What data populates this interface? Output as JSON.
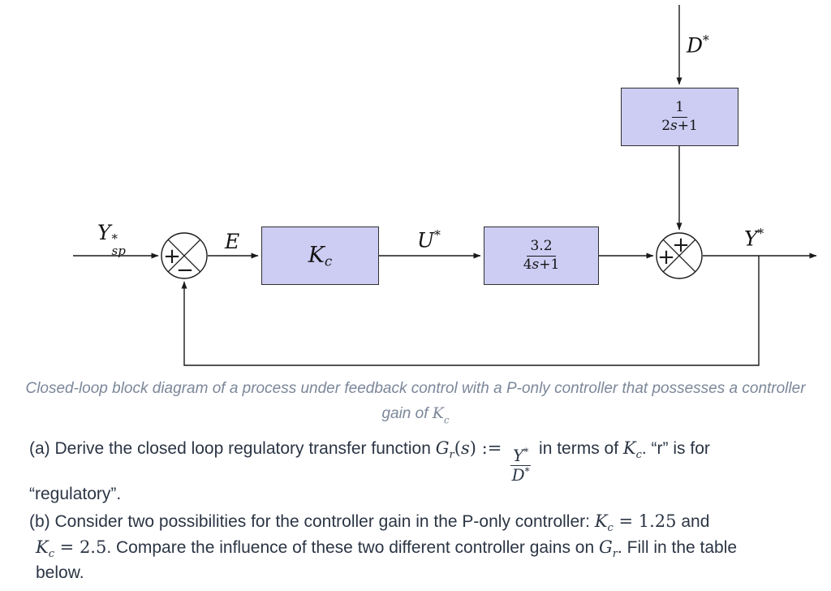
{
  "colors": {
    "block_fill": "#cdccf3",
    "block_border": "#2f2f2f",
    "line": "#1a1a1a",
    "caption_text": "#7b8799",
    "body_text": "#2b3544"
  },
  "diagram": {
    "labels": {
      "setpoint_base": "Y",
      "setpoint_sup": "*",
      "setpoint_sub": "sp",
      "error": "E",
      "control_base": "U",
      "control_sup": "*",
      "disturbance_base": "D",
      "disturbance_sup": "*",
      "output_base": "Y",
      "output_sup": "*"
    },
    "blocks": {
      "controller_base": "K",
      "controller_sub": "c",
      "process_num": "3.2",
      "process_den_coef": "4",
      "process_den_var": "s",
      "process_den_rest": "+1",
      "dist_num": "1",
      "dist_den_coef": "2",
      "dist_den_var": "s",
      "dist_den_rest": "+1"
    },
    "junction1": {
      "west_sign": "+",
      "south_sign": "−"
    },
    "junction2": {
      "west_sign": "+",
      "north_sign": "+"
    }
  },
  "caption": {
    "line1": "Closed-loop block diagram of a process under feedback control with a P-only controller that possesses a controller",
    "line2_text": "gain of ",
    "line2_math": "K",
    "line2_math_sub": "c"
  },
  "problem": {
    "a": {
      "line1_text1": "(a) Derive the closed loop regulatory transfer function ",
      "G": "G",
      "G_sub": "r",
      "open_paren": "(",
      "s_var": "s",
      "close_paren": ")",
      "assign": " := ",
      "num_base": "Y",
      "num_sup": "*",
      "den_base": "D",
      "den_sup": "*",
      "line1_text2": " in terms of ",
      "K": "K",
      "K_sub": "c",
      "line1_text3": ". “r” is for",
      "line2": "“regulatory”."
    },
    "b": {
      "line1_text1": "(b) Consider two possibilities for the controller gain in the P-only controller: ",
      "K1": "K",
      "K1_sub": "c",
      "K1_eq": " = 1.25",
      "line1_text2": " and",
      "K2": "K",
      "K2_sub": "c",
      "K2_eq": " = 2.5",
      "line2_text1": ". Compare the influence of these two different controller gains on ",
      "G": "G",
      "G_sub": "r",
      "line2_text2": ". Fill in the table",
      "line3": "below."
    }
  }
}
